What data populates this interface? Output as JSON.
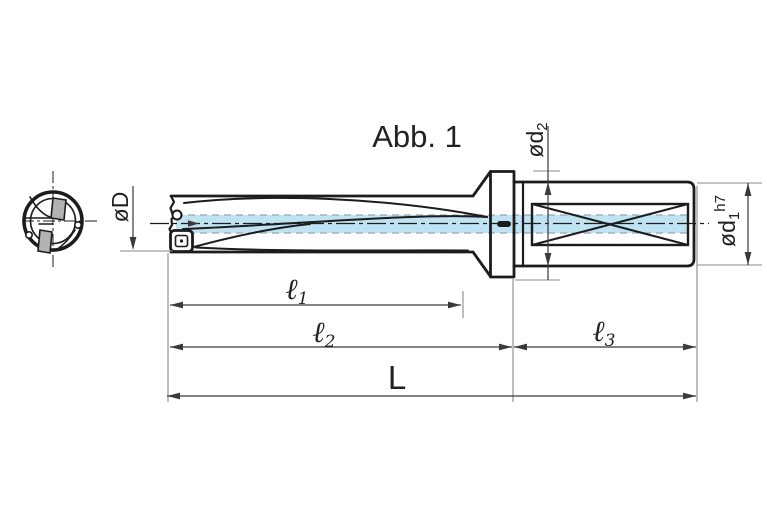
{
  "title": "Abb. 1",
  "colors": {
    "line": "#1c1c1c",
    "dim": "#3a3a3a",
    "ext": "#8a8a8a",
    "band_fill": "#bfe3f3",
    "band_dash": "#92a8b4",
    "insert_fill": "#b2b2b2",
    "bg": "#ffffff"
  },
  "dimensions": {
    "d": {
      "text": "øD"
    },
    "d2": {
      "main": "ød",
      "sub": "2"
    },
    "d1": {
      "main": "ød",
      "sub": "1",
      "tol": "h7"
    },
    "l1": {
      "symbol": "ℓ",
      "sub": "1"
    },
    "l2": {
      "symbol": "ℓ",
      "sub": "2"
    },
    "l3": {
      "symbol": "ℓ",
      "sub": "3"
    },
    "L": {
      "symbol": "L"
    }
  }
}
